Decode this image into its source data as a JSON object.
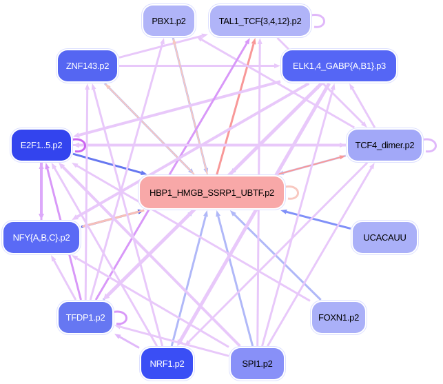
{
  "nodes": [
    {
      "id": "PBX1",
      "label": "PBX1.p2",
      "color": "#b0b4f8",
      "text": "#000000"
    },
    {
      "id": "TAL1",
      "label": "TAL1_TCF{3,4,12}.p2",
      "color": "#b0b4f8",
      "text": "#000000"
    },
    {
      "id": "ZNF143",
      "label": "ZNF143.p2",
      "color": "#5566f2",
      "text": "#ffffff"
    },
    {
      "id": "ELK1",
      "label": "ELK1,4_GABP{A,B1}.p3",
      "color": "#5566f5",
      "text": "#ffffff"
    },
    {
      "id": "E2F1",
      "label": "E2F1..5.p2",
      "color": "#3344ee",
      "text": "#ffffff"
    },
    {
      "id": "TCF4",
      "label": "TCF4_dimer.p2",
      "color": "#a2a8f8",
      "text": "#000000"
    },
    {
      "id": "HBP1",
      "label": "HBP1_HMGB_SSRP1_UBTF.p2",
      "color": "#f8a8a8",
      "text": "#000000"
    },
    {
      "id": "NFY",
      "label": "NFY{A,B,C}.p2",
      "color": "#5a6af5",
      "text": "#ffffff"
    },
    {
      "id": "UCACAUU",
      "label": "UCACAUU",
      "color": "#aab0f8",
      "text": "#000000"
    },
    {
      "id": "TFDP1",
      "label": "TFDP1.p2",
      "color": "#6677f2",
      "text": "#ffffff"
    },
    {
      "id": "FOXN1",
      "label": "FOXN1.p2",
      "color": "#aab0f8",
      "text": "#000000"
    },
    {
      "id": "NRF1",
      "label": "NRF1.p2",
      "color": "#3a4ef5",
      "text": "#ffffff"
    },
    {
      "id": "SPI1",
      "label": "SPI1.p2",
      "color": "#8890f8",
      "text": "#000000"
    }
  ],
  "edges": [
    {
      "from": "ZNF143",
      "to": "TAL1",
      "color": "#e8c8fa",
      "weight": 3
    },
    {
      "from": "ZNF143",
      "to": "ELK1",
      "color": "#e8c8fa",
      "weight": 3
    },
    {
      "from": "PBX1",
      "to": "HBP1",
      "color": "#b0b8f8",
      "weight": 3
    },
    {
      "from": "HBP1",
      "to": "PBX1",
      "color": "#f8c8c0",
      "weight": 2
    },
    {
      "from": "ZNF143",
      "to": "HBP1",
      "color": "#b0b8f8",
      "weight": 3
    },
    {
      "from": "HBP1",
      "to": "ZNF143",
      "color": "#f8c8c0",
      "weight": 2
    },
    {
      "from": "HBP1",
      "to": "TAL1",
      "color": "#f89898",
      "weight": 3
    },
    {
      "from": "ELK1",
      "to": "HBP1",
      "color": "#b0b8f8",
      "weight": 3
    },
    {
      "from": "HBP1",
      "to": "ELK1",
      "color": "#f8c8c0",
      "weight": 2
    },
    {
      "from": "E2F1",
      "to": "HBP1",
      "color": "#6677f0",
      "weight": 3
    },
    {
      "from": "TCF4",
      "to": "HBP1",
      "color": "#c8cef8",
      "weight": 3
    },
    {
      "from": "HBP1",
      "to": "TCF4",
      "color": "#f89898",
      "weight": 2
    },
    {
      "from": "NFY",
      "to": "HBP1",
      "color": "#3344ee",
      "weight": 3
    },
    {
      "from": "HBP1",
      "to": "NFY",
      "color": "#f8c0b8",
      "weight": 3
    },
    {
      "from": "UCACAUU",
      "to": "HBP1",
      "color": "#8090f8",
      "weight": 3
    },
    {
      "from": "TFDP1",
      "to": "HBP1",
      "color": "#b0b8f8",
      "weight": 3
    },
    {
      "from": "NRF1",
      "to": "HBP1",
      "color": "#b0b8f8",
      "weight": 3
    },
    {
      "from": "SPI1",
      "to": "HBP1",
      "color": "#b0b8f8",
      "weight": 3
    },
    {
      "from": "FOXN1",
      "to": "HBP1",
      "color": "#b0b8f8",
      "weight": 3
    },
    {
      "from": "TCF4",
      "to": "E2F1",
      "color": "#e8c8fa",
      "weight": 4
    },
    {
      "from": "ELK1",
      "to": "E2F1",
      "color": "#e8c8fa",
      "weight": 4
    },
    {
      "from": "TCF4",
      "to": "ELK1",
      "color": "#e8c8fa",
      "weight": 3
    },
    {
      "from": "TCF4",
      "to": "PBX1",
      "color": "#e8c8fa",
      "weight": 3
    },
    {
      "from": "TFDP1",
      "to": "TAL1",
      "color": "#d898f8",
      "weight": 3
    },
    {
      "from": "TFDP1",
      "to": "ZNF143",
      "color": "#e8c8fa",
      "weight": 3
    },
    {
      "from": "TFDP1",
      "to": "NFY",
      "color": "#e8c8fa",
      "weight": 3
    },
    {
      "from": "TFDP1",
      "to": "E2F1",
      "color": "#d898f8",
      "weight": 3
    },
    {
      "from": "NRF1",
      "to": "TFDP1",
      "color": "#e0b8fa",
      "weight": 3
    },
    {
      "from": "NRF1",
      "to": "E2F1",
      "color": "#e8c8fa",
      "weight": 3
    },
    {
      "from": "SPI1",
      "to": "NFY",
      "color": "#e8c8fa",
      "weight": 3
    },
    {
      "from": "SPI1",
      "to": "TAL1",
      "color": "#e8c8fa",
      "weight": 3
    },
    {
      "from": "SPI1",
      "to": "ELK1",
      "color": "#e8c8fa",
      "weight": 3
    },
    {
      "from": "SPI1",
      "to": "E2F1",
      "color": "#e8c8fa",
      "weight": 4
    },
    {
      "from": "SPI1",
      "to": "TCF4",
      "color": "#e8c8fa",
      "weight": 3
    },
    {
      "from": "ELK1",
      "to": "TFDP1",
      "color": "#e8c8fa",
      "weight": 5
    },
    {
      "from": "ELK1",
      "to": "NRF1",
      "color": "#e8c8fa",
      "weight": 5
    },
    {
      "from": "ELK1",
      "to": "NFY",
      "color": "#e8c8fa",
      "weight": 4
    },
    {
      "from": "TCF4",
      "to": "NRF1",
      "color": "#e8c8fa",
      "weight": 3
    },
    {
      "from": "FOXN1",
      "to": "E2F1",
      "color": "#e8c8fa",
      "weight": 3
    },
    {
      "from": "E2F1",
      "to": "NFY",
      "color": "#dca8fa",
      "weight": 4
    },
    {
      "from": "NFY",
      "to": "E2F1",
      "color": "#dca8fa",
      "weight": 3
    },
    {
      "from": "E2F1",
      "to": "TCF4",
      "color": "#e8c8fa",
      "weight": 3
    },
    {
      "from": "TFDP1",
      "to": "PBX1",
      "color": "#e8c8fa",
      "weight": 3
    },
    {
      "from": "NRF1",
      "to": "ZNF143",
      "color": "#e8c8fa",
      "weight": 3
    },
    {
      "from": "TAL1",
      "to": "TCF4",
      "color": "#e8c8fa",
      "weight": 3
    },
    {
      "from": "SPI1",
      "to": "TFDP1",
      "color": "#e8c8fa",
      "weight": 3
    }
  ],
  "self_loops": [
    {
      "node": "TAL1",
      "color": "#e0b8fa"
    },
    {
      "node": "E2F1",
      "color": "#cc66f0"
    },
    {
      "node": "TCF4",
      "color": "#e0b8fa"
    },
    {
      "node": "TFDP1",
      "color": "#d898f8"
    },
    {
      "node": "HBP1",
      "color": "#f8c8c0"
    }
  ]
}
